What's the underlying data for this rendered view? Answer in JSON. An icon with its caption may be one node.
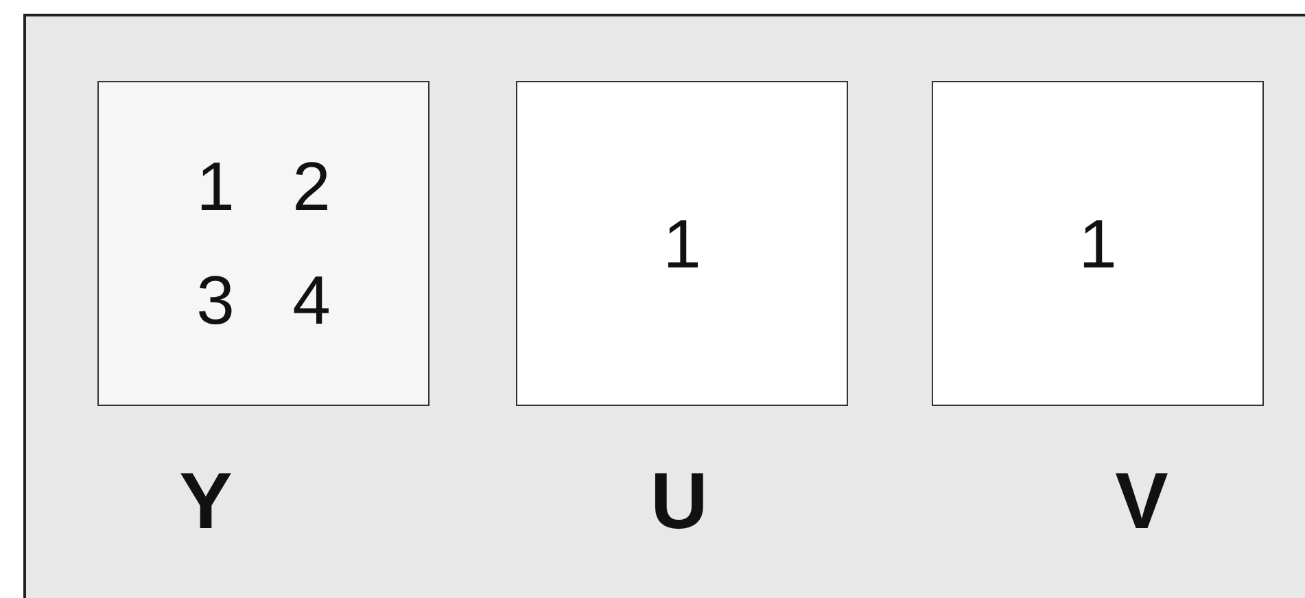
{
  "diagram": {
    "nodes": [
      {
        "text": [
          "1",
          "2",
          "3",
          "4"
        ],
        "beside": [
          "Y"
        ]
      },
      {
        "text": [
          "1"
        ],
        "beside": [
          "U"
        ]
      },
      {
        "text": [
          "1"
        ],
        "beside": [
          "V"
        ]
      }
    ]
  }
}
